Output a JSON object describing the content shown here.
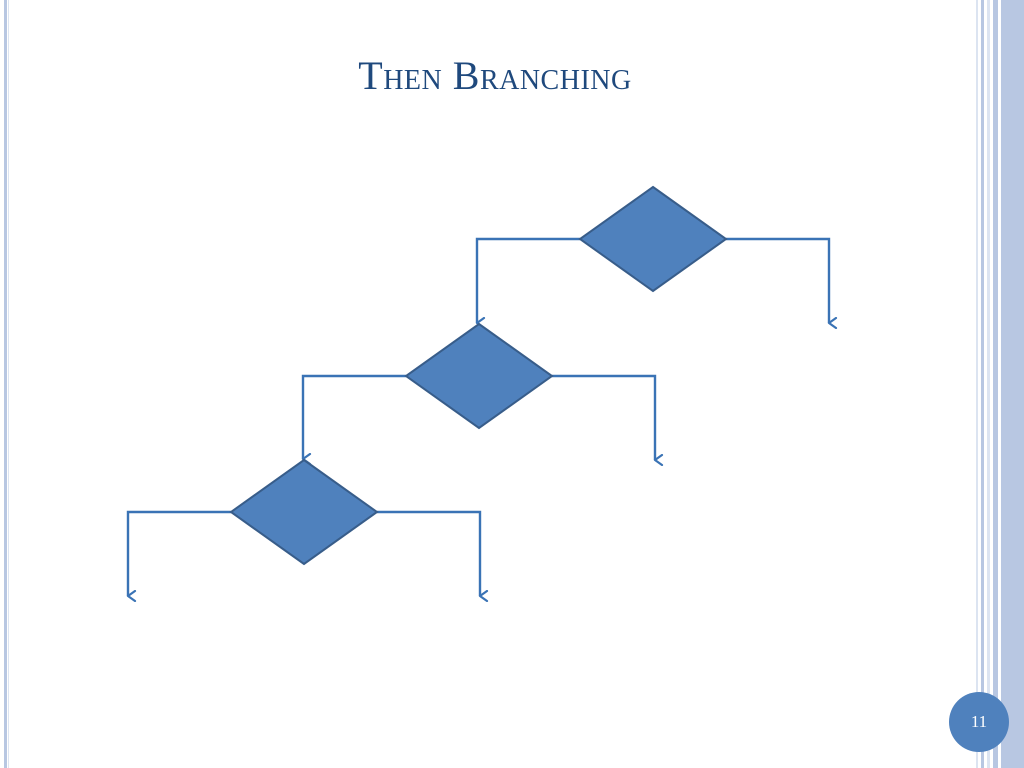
{
  "slide": {
    "title": "Then Branching",
    "page_number": "11"
  },
  "colors": {
    "title": "#1f497d",
    "shape_fill": "#4f81bd",
    "shape_stroke": "#385d8a",
    "connector": "#3a73b5",
    "border_dark": "#b8c7e2",
    "border_light": "#dce4f1",
    "badge": "#4f81bd"
  },
  "diagram": {
    "type": "flowchart",
    "nodes": [
      {
        "id": "decision-1",
        "shape": "diamond",
        "label": ""
      },
      {
        "id": "decision-2",
        "shape": "diamond",
        "label": ""
      },
      {
        "id": "decision-3",
        "shape": "diamond",
        "label": ""
      }
    ],
    "edges": [
      {
        "from": "decision-1",
        "to": "decision-2",
        "branch": "left"
      },
      {
        "from": "decision-1",
        "to": null,
        "branch": "right"
      },
      {
        "from": "decision-2",
        "to": "decision-3",
        "branch": "left"
      },
      {
        "from": "decision-2",
        "to": null,
        "branch": "right"
      },
      {
        "from": "decision-3",
        "to": null,
        "branch": "left"
      },
      {
        "from": "decision-3",
        "to": null,
        "branch": "right"
      }
    ]
  }
}
